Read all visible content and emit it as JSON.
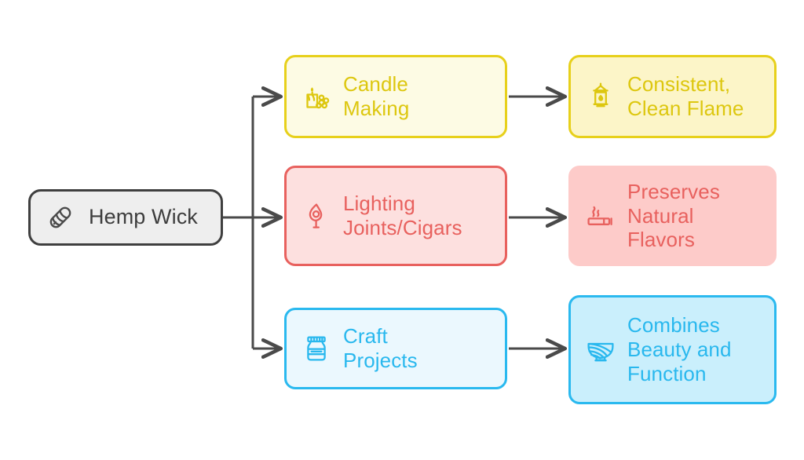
{
  "diagram": {
    "title": "Hemp Wick uses flowchart",
    "type": "flowchart",
    "direction": "left-to-right",
    "background_color": "#ffffff",
    "connector_color": "#4a4a4a"
  },
  "root": {
    "label": "Hemp Wick",
    "icon": "hemp-wick-rope-icon",
    "fill_color": "#eeeeee",
    "border_color": "#3f3f3f",
    "text_color": "#3d3d3d"
  },
  "branches": [
    {
      "use": {
        "label": "Candle\nMaking",
        "icon": "candle-flower-icon",
        "fill_color": "#fdfbe4",
        "border_color": "#e7d01b",
        "text_color": "#ddc70f"
      },
      "benefit": {
        "label": "Consistent,\nClean Flame",
        "icon": "lantern-icon",
        "fill_color": "#fcf5c8",
        "border_color": "#e7d01b",
        "text_color": "#ddc70f"
      }
    },
    {
      "use": {
        "label": "Lighting\nJoints/Cigars",
        "icon": "match-flame-icon",
        "fill_color": "#fde0df",
        "border_color": "#e8615e",
        "text_color": "#e8615e"
      },
      "benefit": {
        "label": "Preserves\nNatural\nFlavors",
        "icon": "smoking-cigarette-icon",
        "fill_color": "#fdcbc9",
        "border_color": "#fdcbc9",
        "text_color": "#e8615e"
      }
    },
    {
      "use": {
        "label": "Craft\nProjects",
        "icon": "craft-jar-icon",
        "fill_color": "#ebf8fe",
        "border_color": "#2ab9ef",
        "text_color": "#29b8ee"
      },
      "benefit": {
        "label": "Combines\nBeauty and\nFunction",
        "icon": "woven-basket-icon",
        "fill_color": "#caeffc",
        "border_color": "#2ab9ef",
        "text_color": "#29b8ee"
      }
    }
  ],
  "connectors": [
    {
      "name": "root-to-candle",
      "from": "Hemp Wick",
      "to": "Candle Making"
    },
    {
      "name": "root-to-lighting",
      "from": "Hemp Wick",
      "to": "Lighting Joints/Cigars"
    },
    {
      "name": "root-to-craft",
      "from": "Hemp Wick",
      "to": "Craft Projects"
    },
    {
      "name": "candle-to-flame",
      "from": "Candle Making",
      "to": "Consistent, Clean Flame"
    },
    {
      "name": "lighting-to-preserve",
      "from": "Lighting Joints/Cigars",
      "to": "Preserves Natural Flavors"
    },
    {
      "name": "craft-to-combine",
      "from": "Craft Projects",
      "to": "Combines Beauty and Function"
    }
  ]
}
